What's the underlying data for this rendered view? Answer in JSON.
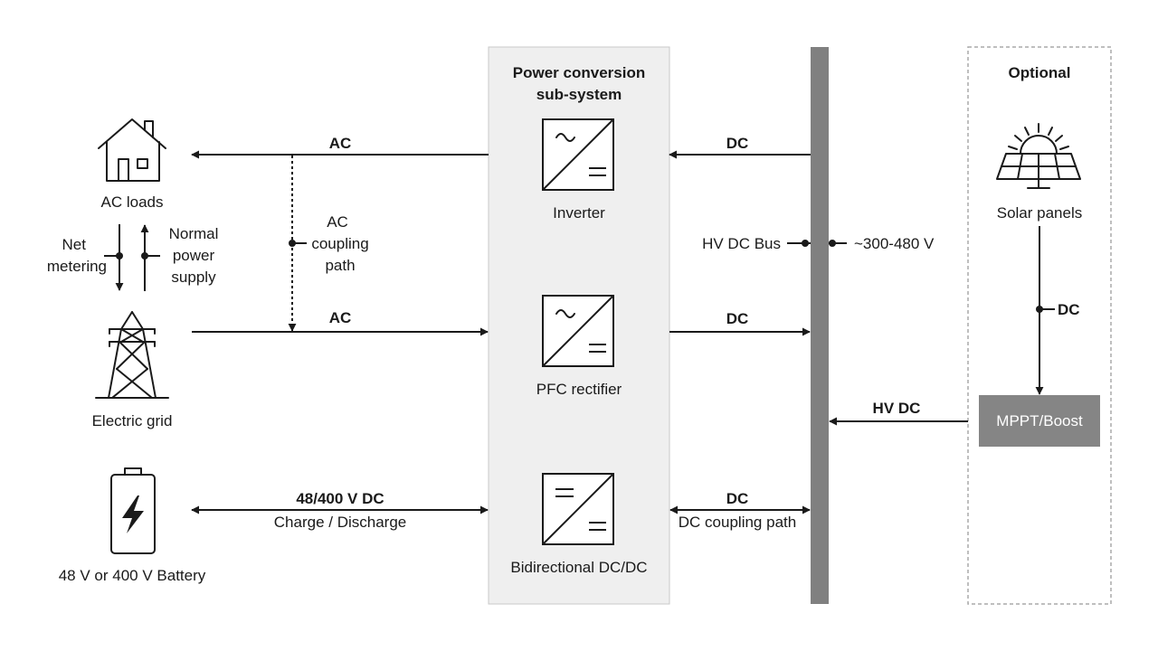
{
  "colors": {
    "line": "#1a1a1a",
    "subsystem_fill": "#efefef",
    "subsystem_border": "#c8c8c8",
    "bus": "#808080",
    "mppt_fill": "#858585",
    "optional_border": "#aaaaaa"
  },
  "subsystem": {
    "title_line1": "Power conversion",
    "title_line2": "sub-system"
  },
  "blocks": {
    "inverter": "Inverter",
    "pfc": "PFC rectifier",
    "dcdc": "Bidirectional DC/DC"
  },
  "sources": {
    "ac_loads": "AC loads",
    "grid": "Electric grid",
    "battery": "48 V or 400 V Battery"
  },
  "metering": {
    "net_line1": "Net",
    "net_line2": "metering",
    "normal_line1": "Normal",
    "normal_line2": "power",
    "normal_line3": "supply"
  },
  "ac_coupling": {
    "line1": "AC",
    "line2": "coupling",
    "line3": "path"
  },
  "flows": {
    "ac_top": "AC",
    "ac_mid": "AC",
    "battery_main": "48/400 V DC",
    "battery_sub": "Charge / Discharge",
    "dc_top": "DC",
    "dc_mid": "DC",
    "dc_bottom": "DC",
    "dc_bottom_sub": "DC coupling path",
    "hv_dc": "HV DC"
  },
  "bus": {
    "label": "HV DC Bus",
    "voltage": "~300-480 V"
  },
  "optional": {
    "title": "Optional",
    "solar": "Solar panels",
    "dc": "DC",
    "mppt": "MPPT/Boost"
  },
  "icons": [
    "house-icon",
    "transmission-tower-icon",
    "battery-icon",
    "solar-panel-icon",
    "inverter-symbol-icon",
    "rectifier-symbol-icon",
    "dcdc-symbol-icon"
  ]
}
